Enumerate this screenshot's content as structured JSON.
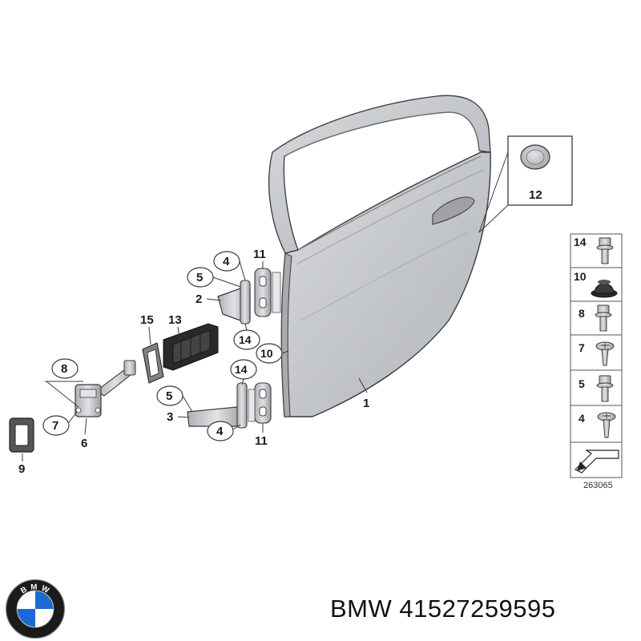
{
  "callouts": {
    "c1": "1",
    "c2": "2",
    "c3": "3",
    "c4a": "4",
    "c4b": "4",
    "c5a": "5",
    "c5b": "5",
    "c6": "6",
    "c7": "7",
    "c8": "8",
    "c9": "9",
    "c10": "10",
    "c11a": "11",
    "c11b": "11",
    "c12": "12",
    "c13": "13",
    "c14a": "14",
    "c14b": "14",
    "c15": "15"
  },
  "fastener_table": {
    "rows": [
      {
        "label": "14",
        "icon": "bolt-with-flange-icon"
      },
      {
        "label": "10",
        "icon": "rubber-bump-stop-icon"
      },
      {
        "label": "8",
        "icon": "hex-bolt-icon"
      },
      {
        "label": "7",
        "icon": "torx-screw-icon"
      },
      {
        "label": "5",
        "icon": "hex-bolt-icon"
      },
      {
        "label": "4",
        "icon": "torx-screw-icon"
      }
    ]
  },
  "diagram_ref": "263065",
  "brand": {
    "logo_letters": "B M W",
    "caption": "BMW 41527259595"
  },
  "colors": {
    "part_gray": "#c9ccd0",
    "outline": "#3a3a3a",
    "logo_blue": "#1c69d4"
  }
}
